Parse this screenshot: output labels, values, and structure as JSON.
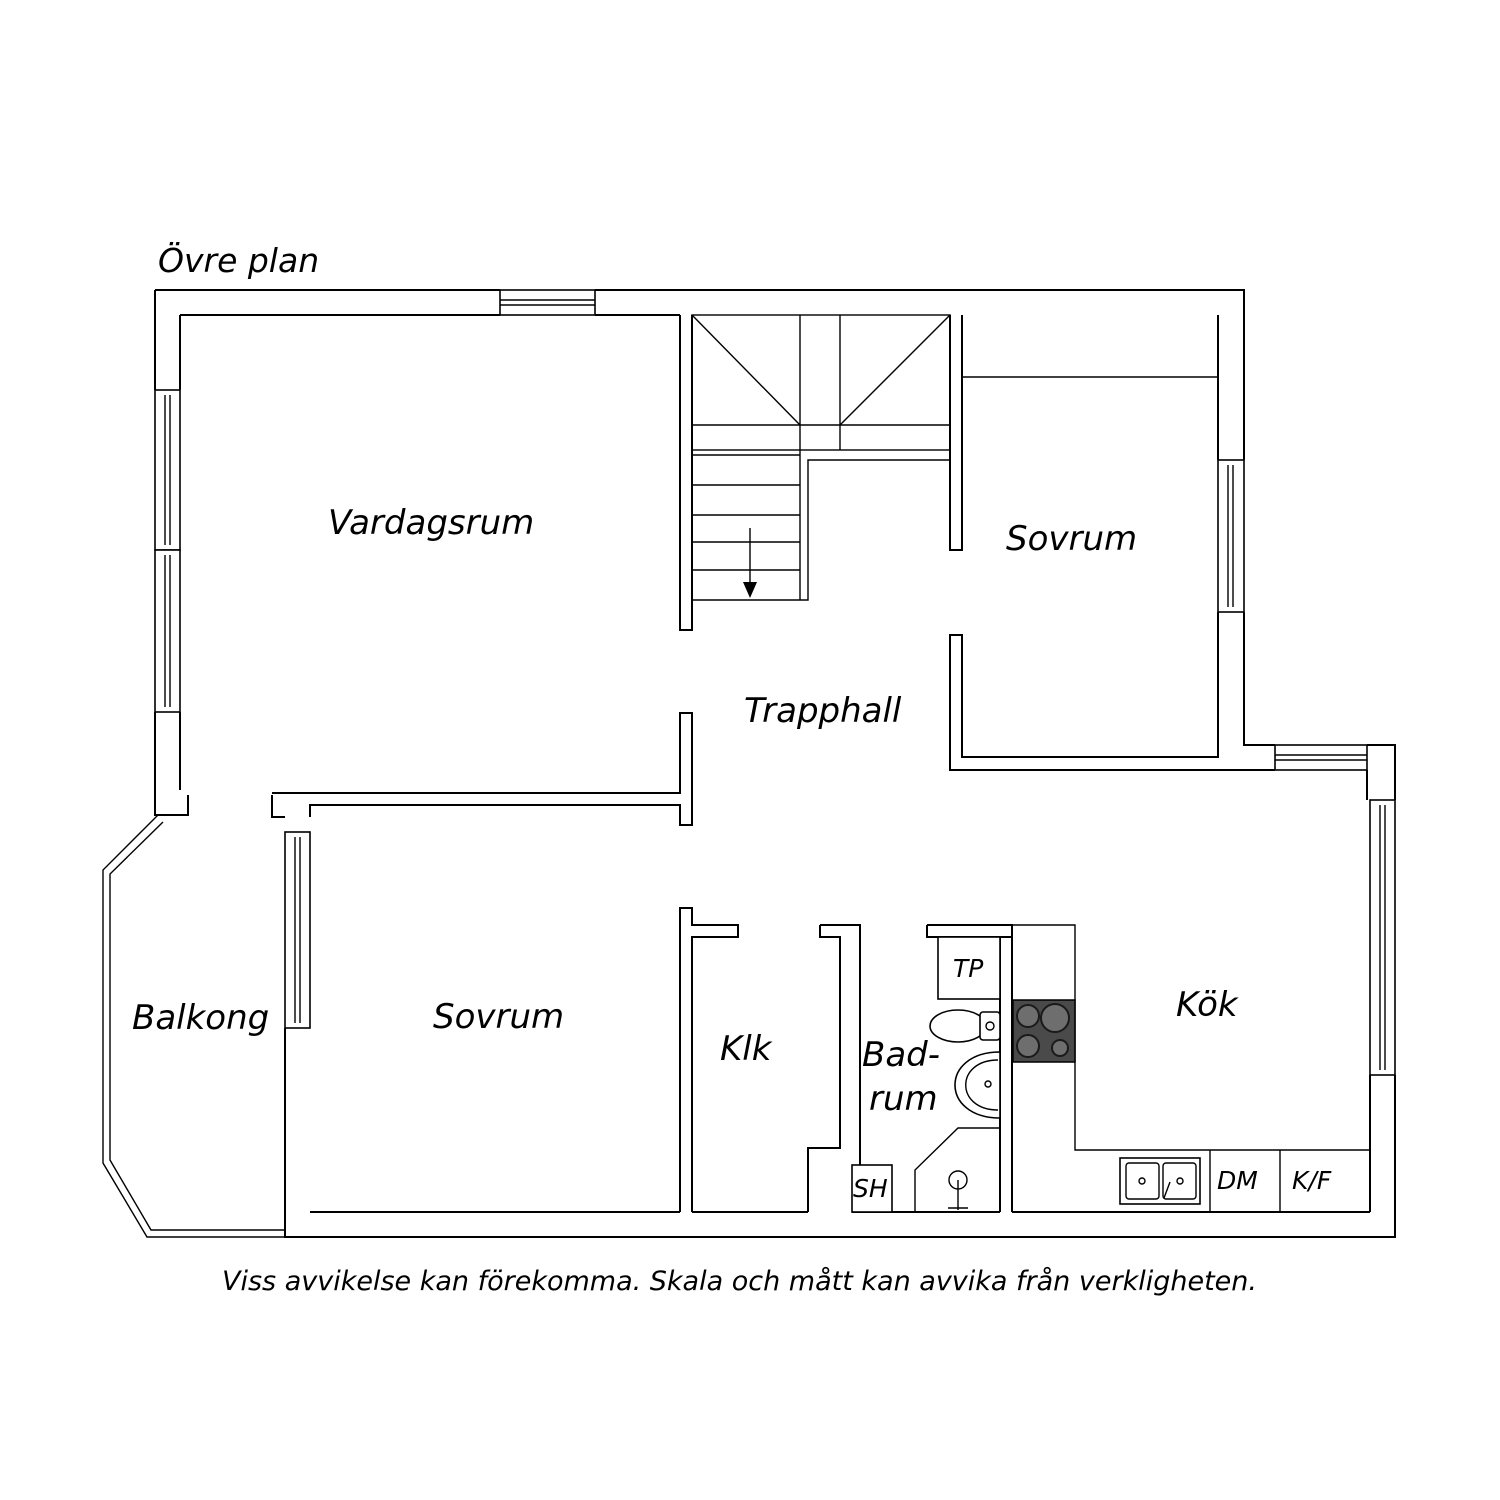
{
  "plan": {
    "title": "Övre plan",
    "disclaimer": "Viss avvikelse kan förekomma. Skala och mått kan avvika från verkligheten."
  },
  "rooms": {
    "vardagsrum": "Vardagsrum",
    "sovrum_top": "Sovrum",
    "trapphall": "Trapphall",
    "sovrum_bottom": "Sovrum",
    "balkong": "Balkong",
    "klk": "Klk",
    "badrum_1": "Bad-",
    "badrum_2": "rum",
    "kok": "Kök"
  },
  "fixtures": {
    "tp": "TP",
    "sh": "SH",
    "dm": "DM",
    "kf": "K/F"
  },
  "colors": {
    "line": "#000000",
    "background": "#ffffff",
    "hob_plate": "#4a4a4a"
  }
}
